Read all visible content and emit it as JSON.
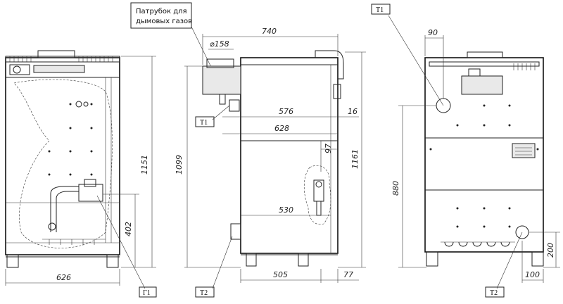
{
  "drawing": {
    "callout_header_line1": "Патрубок для",
    "callout_header_line2": "дымовых газов",
    "labels": {
      "t1_middle": "Т1",
      "t2_middle": "Т2",
      "t1_right": "Т1",
      "t2_right": "Т2",
      "g1_left": "Г1"
    },
    "dimensions": {
      "width_front": "626",
      "height_front_total": "1151",
      "height_front_g1": "402",
      "depth_total": "740",
      "flue_diameter": "⌀158",
      "depth_576": "576",
      "offset_16": "16",
      "depth_628": "628",
      "offset_97": "97",
      "height_1099": "1099",
      "height_1161": "1161",
      "depth_530": "530",
      "depth_505": "505",
      "offset_77": "77",
      "offset_90": "90",
      "height_880": "880",
      "height_200": "200",
      "offset_100": "100"
    }
  }
}
